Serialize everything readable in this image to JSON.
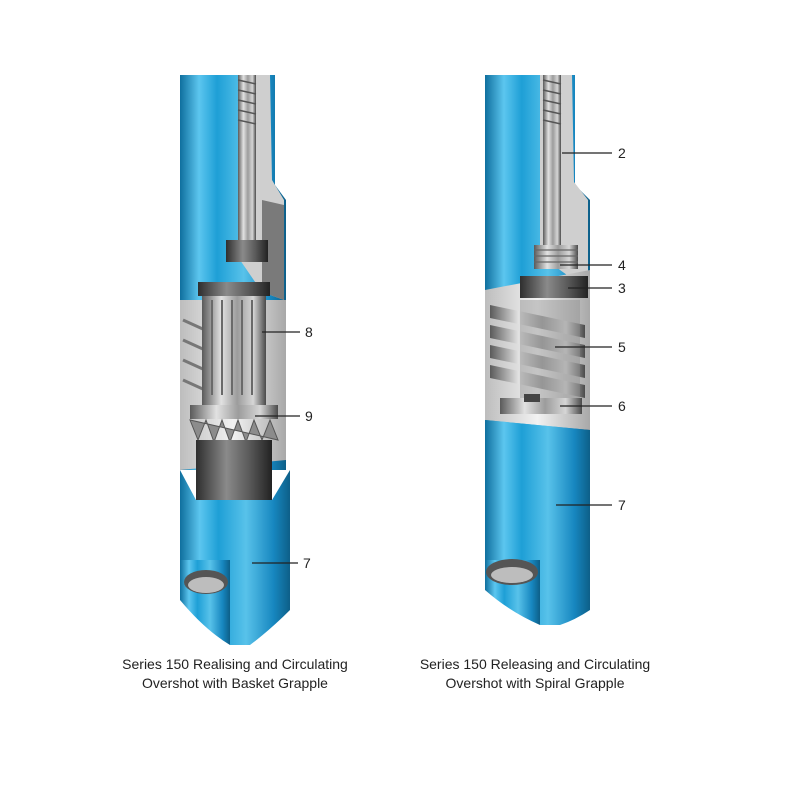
{
  "diagrams": [
    {
      "caption": [
        "Series 150  Realising and Circulating",
        "Overshot with Basket Grapple"
      ],
      "callouts": [
        "8",
        "9",
        "7"
      ]
    },
    {
      "caption": [
        "Series 150 Releasing and Circulating",
        "Overshot with Spiral Grapple"
      ],
      "callouts": [
        "2",
        "4",
        "3",
        "5",
        "6",
        "7"
      ]
    }
  ],
  "colors": {
    "body_blue": "#1e9fd6",
    "body_blue_light": "#5cc6ef",
    "body_blue_dark": "#0f6f9e",
    "steel_light": "#d8d8d8",
    "steel_mid": "#9a9a9a",
    "steel_dark": "#4a4a4a"
  }
}
